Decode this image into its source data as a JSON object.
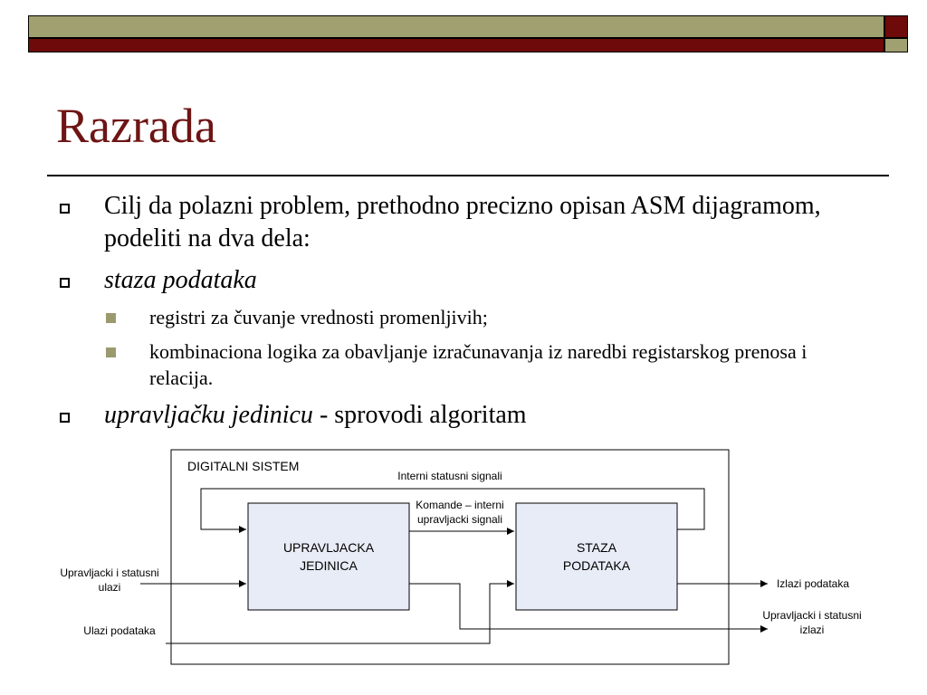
{
  "slide": {
    "title": "Razrada",
    "bullets": [
      {
        "text": "Cilj da polazni problem, prethodno precizno opisan ASM dijagramom, podeliti na dva dela:"
      },
      {
        "text": "staza podataka"
      },
      {
        "text": "upravljačku jedinicu",
        "suffix": " - sprovodi algoritam"
      }
    ],
    "sub_bullets": [
      {
        "text": "registri za čuvanje vrednosti promenljivih;"
      },
      {
        "text": "kombinaciona logika za obavljanje izračunavanja iz naredbi registarskog prenosa i relacija."
      }
    ]
  },
  "diagram": {
    "system_label": "DIGITALNI SISTEM",
    "control_unit": [
      "UPRAVLJACKA",
      "JEDINICA"
    ],
    "datapath": [
      "STAZA",
      "PODATAKA"
    ],
    "internal_status": "Interni statusni signali",
    "commands": [
      "Komande – interni",
      "upravljacki signali"
    ],
    "control_status_inputs": [
      "Upravljacki i statusni",
      "ulazi"
    ],
    "data_inputs": "Ulazi podataka",
    "data_outputs": "Izlazi podataka",
    "control_status_outputs": [
      "Upravljacki i statusni",
      "izlazi"
    ]
  }
}
